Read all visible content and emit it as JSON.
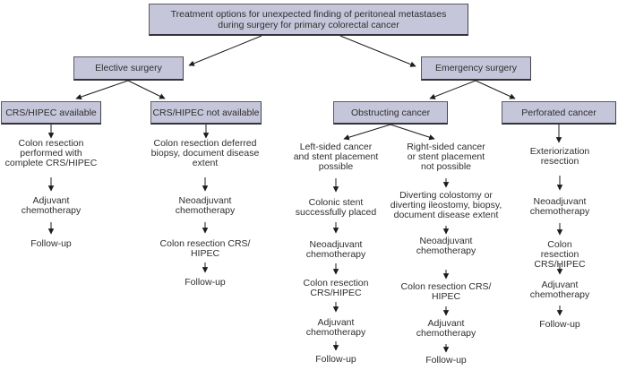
{
  "colors": {
    "background": "#ffffff",
    "box_fill": "#c5c6d9",
    "box_border": "#4e4e58",
    "text": "#2e2e2e",
    "arrow": "#1c1c1c"
  },
  "root": {
    "label": "Treatment options for unexpected finding of peritoneal metastases\nduring surgery for primary colorectal cancer"
  },
  "branches": {
    "elective": {
      "label": "Elective surgery"
    },
    "emergency": {
      "label": "Emergency surgery"
    }
  },
  "conditions": {
    "crs_available": {
      "label": "CRS/HIPEC available"
    },
    "crs_not_available": {
      "label": "CRS/HIPEC not available"
    },
    "obstructing": {
      "label": "Obstructing cancer"
    },
    "perforated": {
      "label": "Perforated cancer"
    }
  },
  "pathways": {
    "crs_available": {
      "steps": [
        "Colon resection\nperformed with\ncomplete CRS/HIPEC",
        "Adjuvant\nchemotherapy",
        "Follow-up"
      ]
    },
    "crs_not_available": {
      "steps": [
        "Colon resection deferred\nbiopsy, document disease\nextent",
        "Neoadjuvant\nchemotherapy",
        "Colon resection CRS/\nHIPEC",
        "Follow-up"
      ]
    },
    "obstructing_left": {
      "steps": [
        "Left-sided cancer\nand stent placement\npossible",
        "Colonic stent\nsuccessfully placed",
        "Neoadjuvant\nchemotherapy",
        "Colon resection\nCRS/HIPEC",
        "Adjuvant\nchemotherapy",
        "Follow-up"
      ]
    },
    "obstructing_right": {
      "steps": [
        "Right-sided cancer\nor stent placement\nnot possible",
        "Diverting colostomy or\ndiverting ileostomy, biopsy,\ndocument disease extent",
        "Neoadjuvant\nchemotherapy",
        "Colon resection CRS/\nHIPEC",
        "Adjuvant\nchemotherapy",
        "Follow-up"
      ]
    },
    "perforated": {
      "steps": [
        "Exteriorization\nresection",
        "Neoadjuvant\nchemotherapy",
        "Colon resection\nCRS/HIPEC",
        "Adjuvant\nchemotherapy",
        "Follow-up"
      ]
    }
  }
}
